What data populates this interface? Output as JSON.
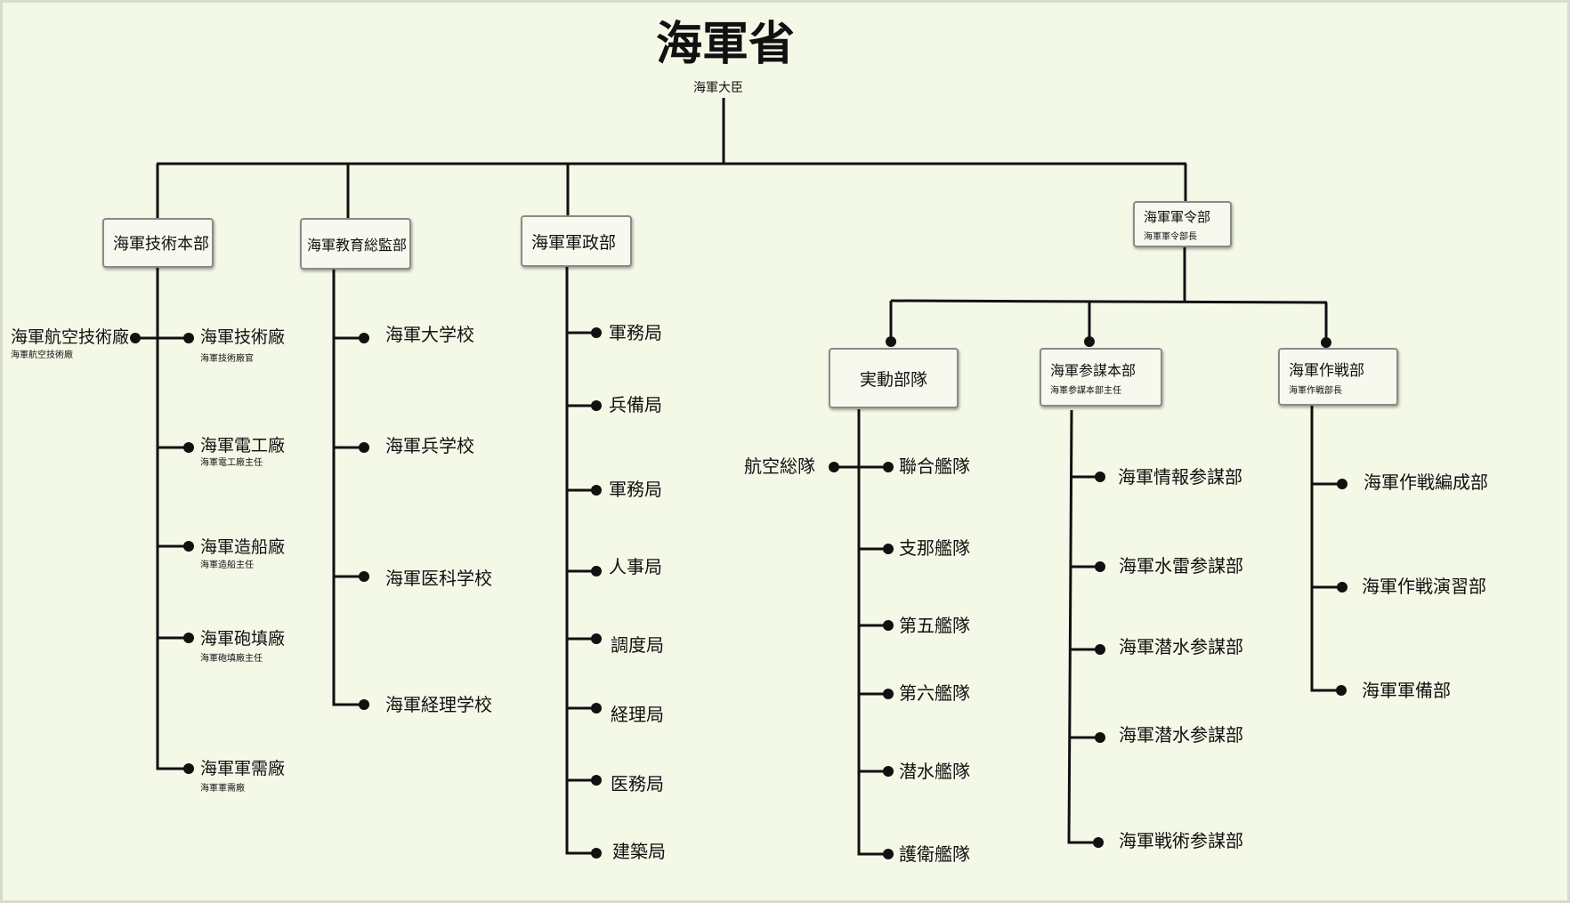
{
  "root": {
    "title": "海軍省",
    "subtitle": "海軍大臣"
  },
  "tech": {
    "box": "海軍技術本部",
    "aviation": {
      "label": "海軍航空技術廠",
      "sub": "海軍航空技術廠"
    },
    "items": [
      {
        "label": "海軍技術廠",
        "sub": "海軍技術廠官"
      },
      {
        "label": "海軍電工廠",
        "sub": "海軍電工廠主任"
      },
      {
        "label": "海軍造船廠",
        "sub": "海軍造船主任"
      },
      {
        "label": "海軍砲填廠",
        "sub": "海軍砲填廠主任"
      },
      {
        "label": "海軍軍需廠",
        "sub": "海軍軍需廠"
      }
    ]
  },
  "edu": {
    "box": "海軍教育総監部",
    "items": [
      "海軍大学校",
      "海軍兵学校",
      "海軍医科学校",
      "海軍経理学校"
    ]
  },
  "admin": {
    "box": "海軍軍政部",
    "items": [
      "軍務局",
      "兵備局",
      "軍務局",
      "人事局",
      "調度局",
      "経理局",
      "医務局",
      "建築局"
    ]
  },
  "command": {
    "box": "海軍軍令部",
    "sub": "海軍軍令部長",
    "forces": {
      "box": "実動部隊",
      "aviation": "航空総隊",
      "items": [
        "聯合艦隊",
        "支那艦隊",
        "第五艦隊",
        "第六艦隊",
        "潜水艦隊",
        "護衛艦隊"
      ]
    },
    "staff": {
      "box": "海軍参謀本部",
      "sub": "海軍参謀本部主任",
      "items": [
        "海軍情報参謀部",
        "海軍水雷参謀部",
        "海軍潜水参謀部",
        "海軍潜水参謀部",
        "海軍戦術参謀部"
      ]
    },
    "ops": {
      "box": "海軍作戦部",
      "sub": "海軍作戦部長",
      "items": [
        "海軍作戦編成部",
        "海軍作戦演習部",
        "海軍軍備部"
      ]
    }
  }
}
